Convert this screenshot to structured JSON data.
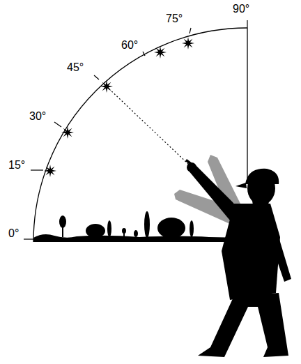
{
  "diagram": {
    "labels": [
      "90°",
      "75°",
      "60°",
      "45°",
      "30°",
      "15°",
      "0°"
    ]
  }
}
